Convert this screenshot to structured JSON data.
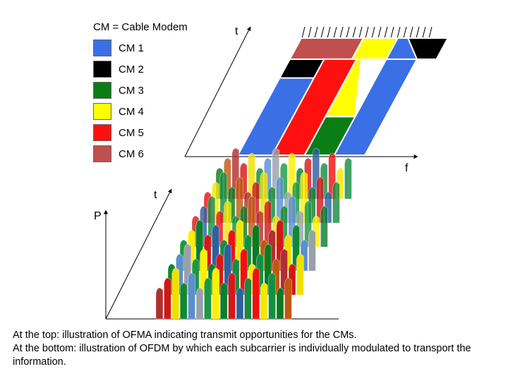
{
  "legend": {
    "title": "CM = Cable Modem",
    "items": [
      {
        "label": "CM 1",
        "color": "#3b6fe6"
      },
      {
        "label": "CM 2",
        "color": "#000000"
      },
      {
        "label": "CM 3",
        "color": "#0a7d16"
      },
      {
        "label": "CM 4",
        "color": "#ffff00"
      },
      {
        "label": "CM 5",
        "color": "#ff1010"
      },
      {
        "label": "CM 6",
        "color": "#c0504d"
      }
    ]
  },
  "ofdma": {
    "axis_t": "t",
    "axis_f": "f"
  },
  "ofdm": {
    "axis_t": "t",
    "axis_p": "P",
    "subcarrier_colors": [
      "#b03030",
      "#d01818",
      "#f0e000",
      "#108a30",
      "#5a8fd0",
      "#9aa0a8",
      "#1a9a40",
      "#fff000",
      "#0a8030",
      "#d81818",
      "#3060a0",
      "#1a8a40",
      "#ee1111",
      "#f4e800",
      "#149040",
      "#0c7a20",
      "#c05810"
    ]
  },
  "caption": {
    "line1": "At the top: illustration of OFMA indicating transmit opportunities for the CMs.",
    "line2": "At the bottom: illustration of OFDM by which each subcarrier is individually modulated to transport the information."
  }
}
